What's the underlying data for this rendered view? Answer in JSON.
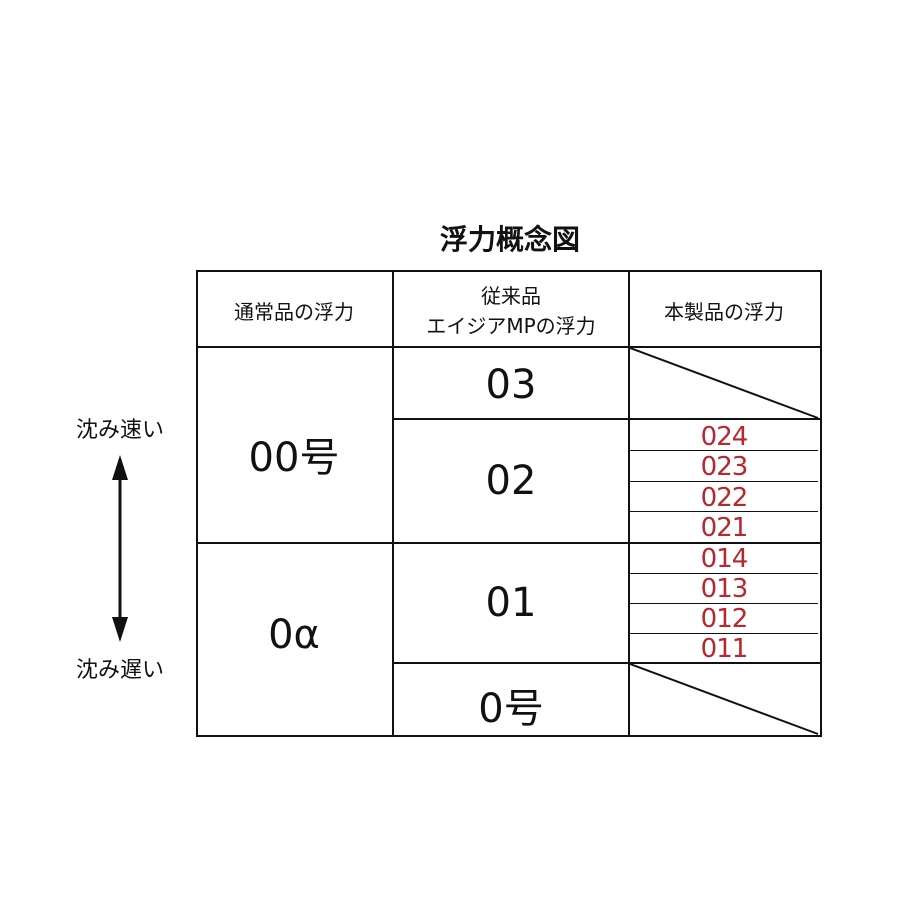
{
  "title": "浮力概念図",
  "headers": [
    "通常品の浮力",
    "従来品",
    "エイジアMPの浮力",
    "本製品の浮力"
  ],
  "normal": [
    "00号",
    "0α"
  ],
  "conventional": [
    "03",
    "02",
    "01",
    "0号"
  ],
  "product": [
    "024",
    "023",
    "022",
    "021",
    "014",
    "013",
    "012",
    "011"
  ],
  "axis": {
    "top": "沈み速い",
    "bottom": "沈み遅い"
  },
  "colors": {
    "product_text": "#b8262e",
    "lines": "#111111"
  }
}
